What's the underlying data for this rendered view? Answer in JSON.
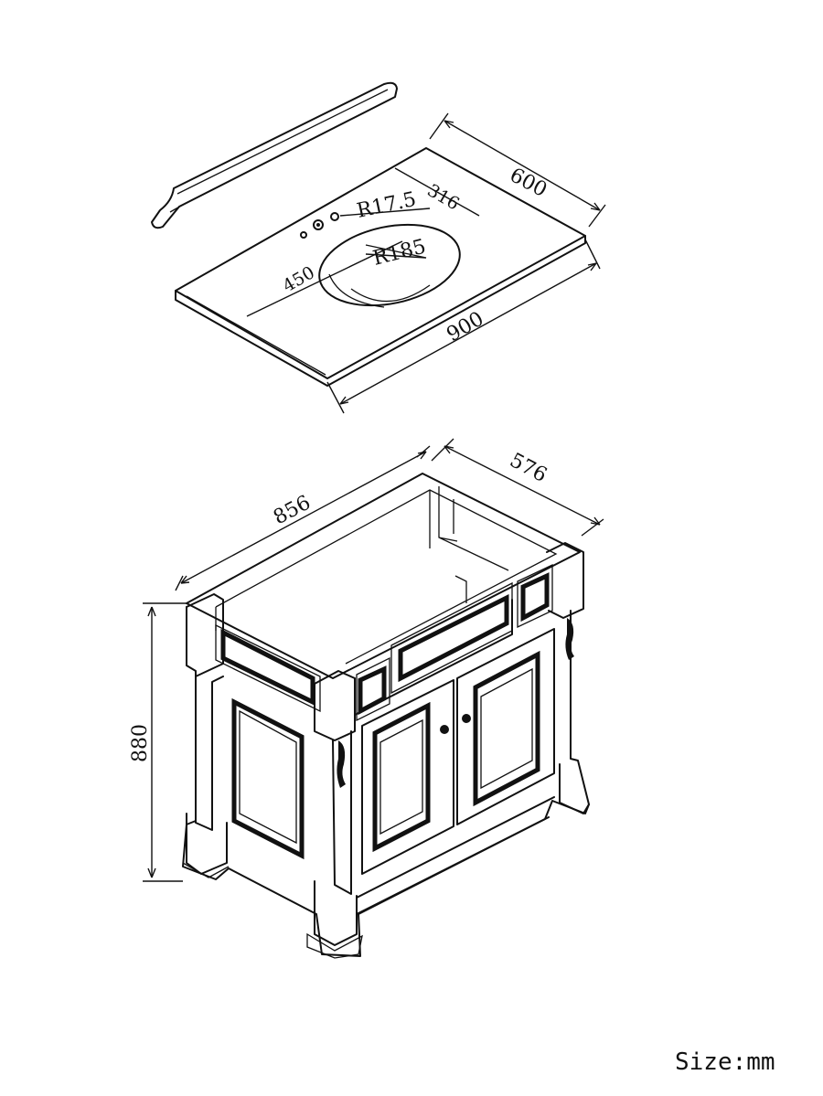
{
  "countertop": {
    "width": "900",
    "depth": "600",
    "faucet_offset": "316",
    "sink_center_offset": "450",
    "faucet_hole_radius": "R17.5",
    "sink_radius": "R185"
  },
  "cabinet": {
    "width": "856",
    "depth": "576",
    "height": "880"
  },
  "unit_label": "Size:mm"
}
